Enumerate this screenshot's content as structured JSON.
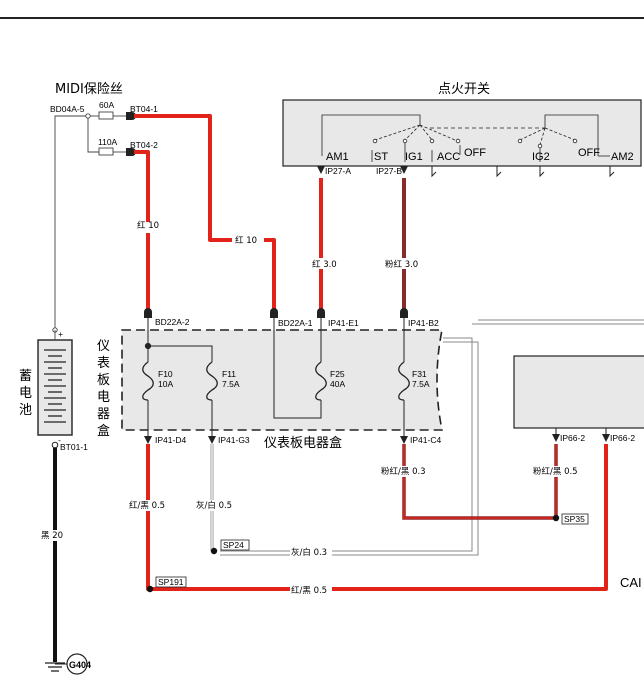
{
  "titles": {
    "midi_fuse": "MIDI保险丝",
    "ignition_switch": "点火开关",
    "battery": "蓄电池",
    "fuse_box_side": "仪表板电器盒",
    "fuse_box_bottom": "仪表板电器盒"
  },
  "connectors": {
    "bd04a5": "BD04A-5",
    "bt04_1": "BT04-1",
    "bt04_2": "BT04-2",
    "bd22a_2": "BD22A-2",
    "bd22a_1": "BD22A-1",
    "ip41_e1": "IP41-E1",
    "ip41_b2": "IP41-B2",
    "ip27_a": "IP27-A",
    "ip27_b": "IP27-B",
    "ip41_d4": "IP41-D4",
    "ip41_g3": "IP41-G3",
    "ip41_c4": "IP41-C4",
    "ip66_2a": "IP66-2",
    "ip66_2b": "IP66-2",
    "bt01_1": "BT01-1",
    "g404": "G404",
    "sp24": "SP24",
    "sp35": "SP35",
    "sp191": "SP191"
  },
  "fuses": {
    "f60": "60A",
    "f110": "110A",
    "f10_name": "F10",
    "f10_val": "10A",
    "f11_name": "F11",
    "f11_val": "7.5A",
    "f25_name": "F25",
    "f25_val": "40A",
    "f31_name": "F31",
    "f31_val": "7.5A"
  },
  "switch_terms": {
    "am1": "AM1",
    "st": "ST",
    "ig1": "IG1",
    "acc": "ACC",
    "off1": "OFF",
    "ig2": "IG2",
    "off2": "OFF",
    "am2": "AM2"
  },
  "wires": {
    "w_red10_a": "红 10",
    "w_red10_b": "红 10",
    "w_red30": "红 3.0",
    "w_pinkred30": "粉红 3.0",
    "w_redblk05_a": "红/黑 0.5",
    "w_grywht05_a": "灰/白 0.5",
    "w_pinkredblk03": "粉红/黑 0.3",
    "w_pinkredblk05": "粉红/黑 0.5",
    "w_grywht03": "灰/白 0.3",
    "w_redblk05_b": "红/黑 0.5",
    "w_blk20": "黑 20"
  },
  "battery_terms": {
    "plus": "+",
    "minus": "-"
  },
  "partial": {
    "can": "CAI"
  },
  "colors": {
    "red": "#e2231a",
    "pinkred": "#8b2a2a",
    "gray_box": "#e8e8e8",
    "ground": "#111111"
  }
}
